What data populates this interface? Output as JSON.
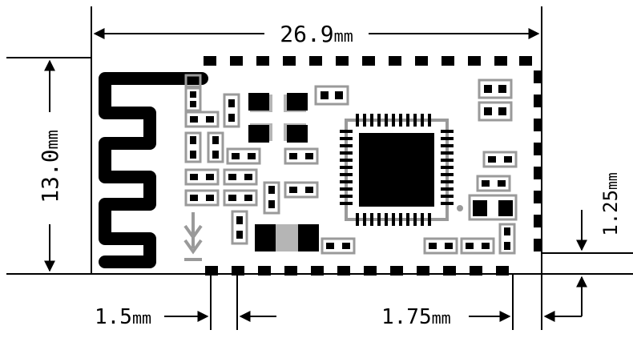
{
  "dimensions": {
    "width": {
      "value": "26.9",
      "unit": "mm"
    },
    "height": {
      "value": "13.0",
      "unit": "mm"
    },
    "pin_pitch": {
      "value": "1.5",
      "unit": "mm"
    },
    "end_offset": {
      "value": "1.75",
      "unit": "mm"
    },
    "side_offset": {
      "value": "1.25",
      "unit": "mm"
    }
  },
  "colors": {
    "line": "#000000",
    "pad": "#000000",
    "silkscreen": "#9a9a9a",
    "background": "#ffffff"
  }
}
